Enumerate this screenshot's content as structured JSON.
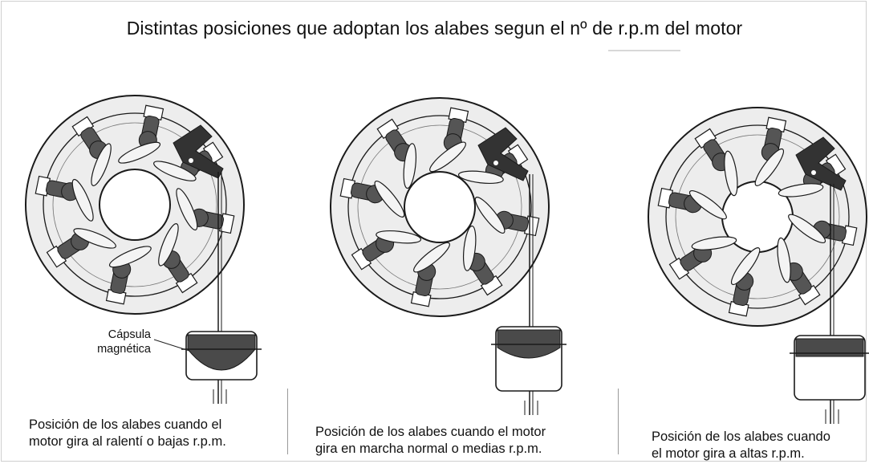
{
  "title": "Distintas posiciones que adoptan los alabes segun el nº de r.p.m del motor",
  "label_capsule": "Cápsula\nmagnética",
  "captions": [
    "Posición de los alabes cuando el\nmotor gira al ralentí o bajas r.p.m.",
    "Posición de los alabes cuando el motor\ngira en marcha normal o medias r.p.m.",
    "Posición de los alabes cuando\nel motor gira a altas r.p.m."
  ],
  "colors": {
    "ink": "#1a1a1a",
    "stator": "#ededed",
    "rotor_arm": "#555555",
    "blade": "#f4f4f4"
  },
  "stages": [
    {
      "name": "ralenti",
      "blade_angle_deg": 55,
      "capsule_level": "low"
    },
    {
      "name": "media",
      "blade_angle_deg": 40,
      "capsule_level": "mid"
    },
    {
      "name": "altas",
      "blade_angle_deg": 25,
      "capsule_level": "high"
    }
  ]
}
